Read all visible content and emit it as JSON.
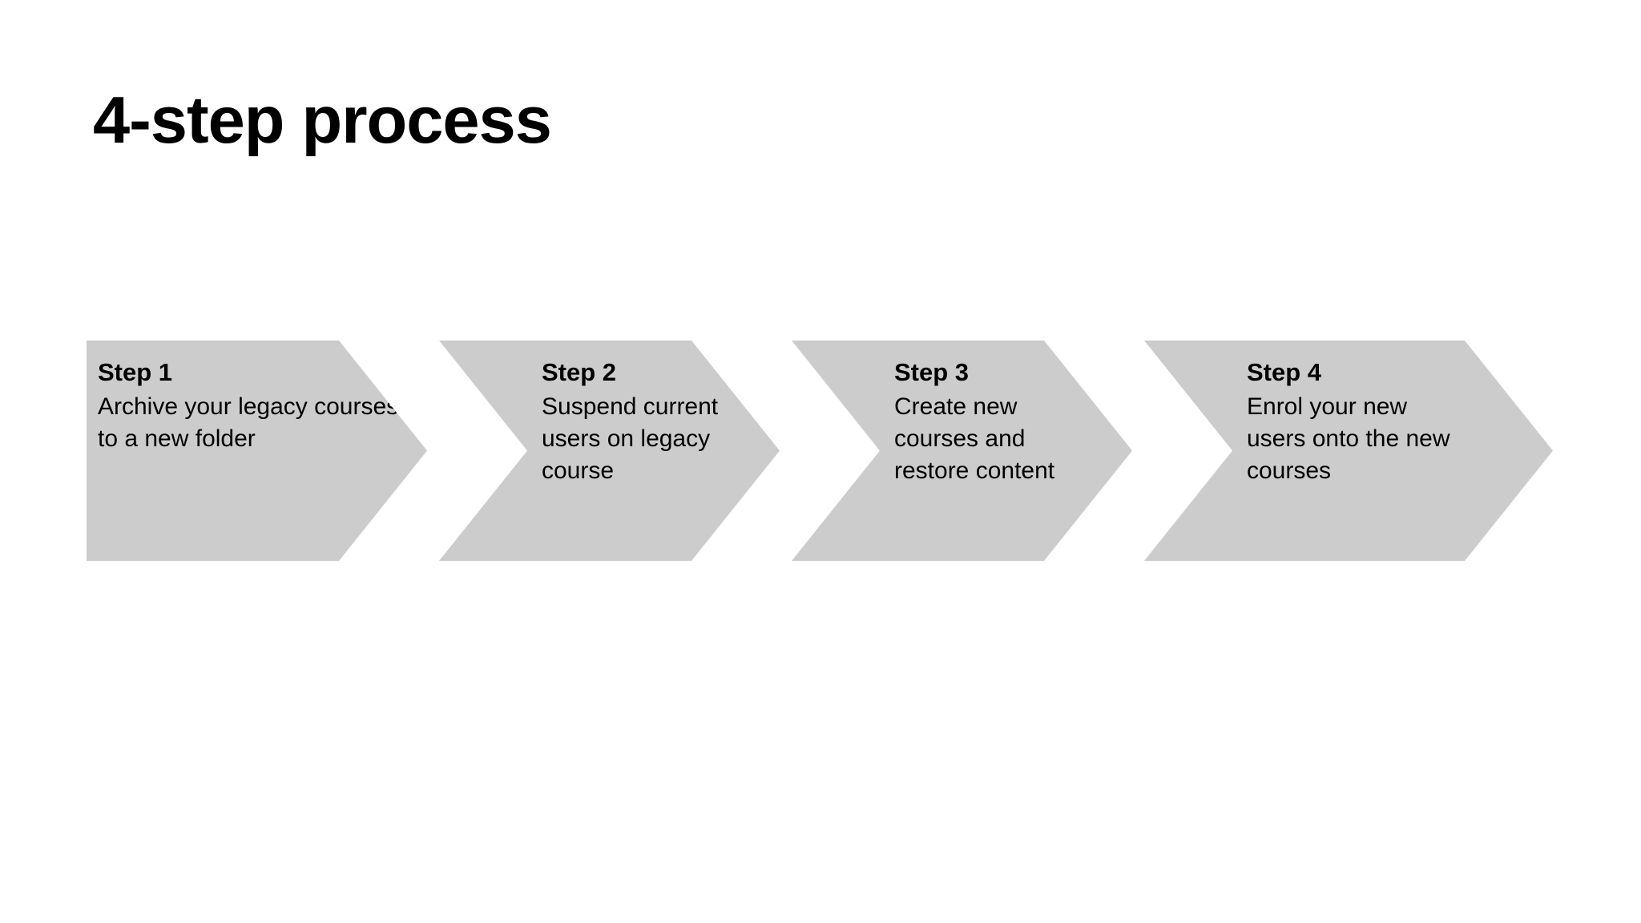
{
  "slide": {
    "title": "4-step process",
    "background_color": "#ffffff",
    "text_color": "#000000"
  },
  "process": {
    "shape": "chevron",
    "fill_color": "#cccccc",
    "step_count": 4,
    "steps": [
      {
        "title": "Step 1",
        "description": "Archive your legacy courses to a new folder"
      },
      {
        "title": "Step 2",
        "description": "Suspend current users on legacy course"
      },
      {
        "title": "Step 3",
        "description": "Create new courses and restore content"
      },
      {
        "title": "Step 4",
        "description": "Enrol your new users onto the new courses"
      }
    ]
  }
}
